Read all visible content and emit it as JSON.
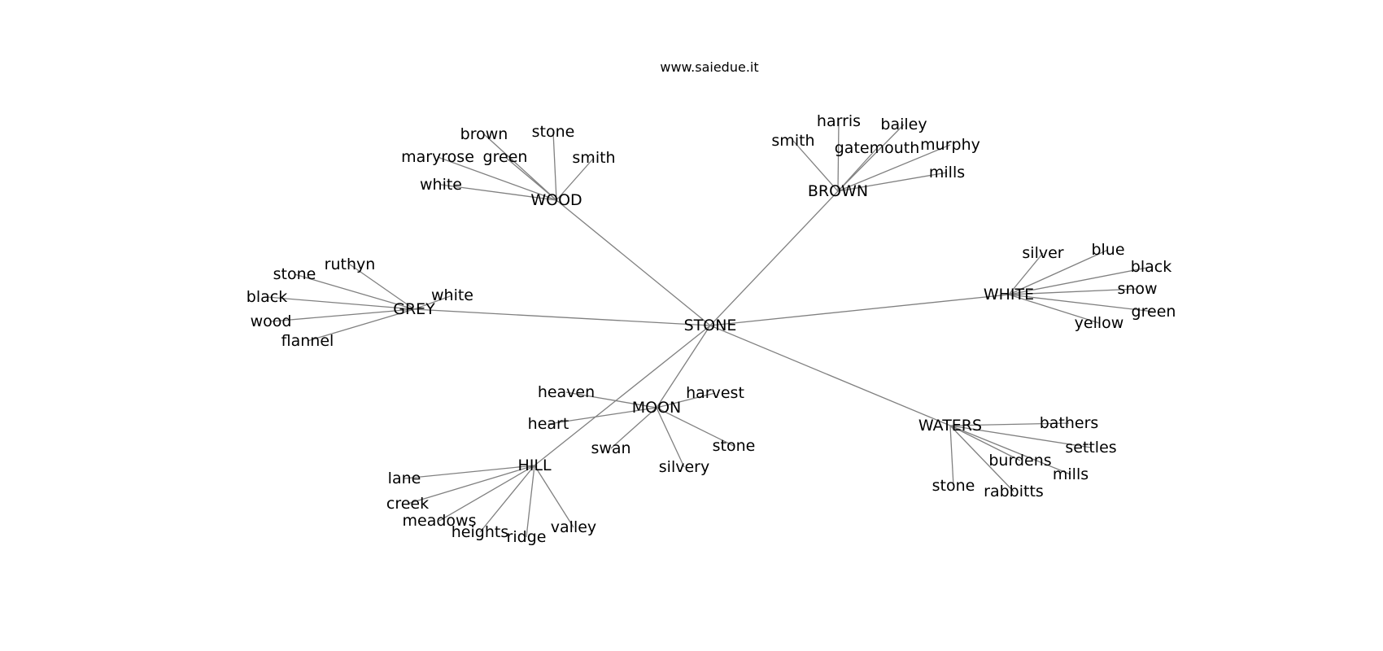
{
  "title": "www.saiedue.it",
  "colors": {
    "edge": "#808080",
    "text": "#000000",
    "background": "#ffffff"
  },
  "center": "STONE",
  "groups": [
    {
      "hub": "WOOD",
      "leaves": [
        "brown",
        "stone",
        "maryrose",
        "green",
        "smith",
        "white"
      ]
    },
    {
      "hub": "BROWN",
      "leaves": [
        "harris",
        "bailey",
        "smith",
        "gatemouth",
        "murphy",
        "mills"
      ]
    },
    {
      "hub": "GREY",
      "leaves": [
        "ruthyn",
        "stone",
        "black",
        "white",
        "wood",
        "flannel"
      ]
    },
    {
      "hub": "WHITE",
      "leaves": [
        "silver",
        "blue",
        "black",
        "snow",
        "green",
        "yellow"
      ]
    },
    {
      "hub": "MOON",
      "leaves": [
        "heaven",
        "harvest",
        "heart",
        "swan",
        "stone",
        "silvery"
      ]
    },
    {
      "hub": "HILL",
      "leaves": [
        "lane",
        "creek",
        "meadows",
        "heights",
        "ridge",
        "valley"
      ]
    },
    {
      "hub": "WATERS",
      "leaves": [
        "bathers",
        "settles",
        "burdens",
        "mills",
        "stone",
        "rabbitts"
      ]
    }
  ]
}
